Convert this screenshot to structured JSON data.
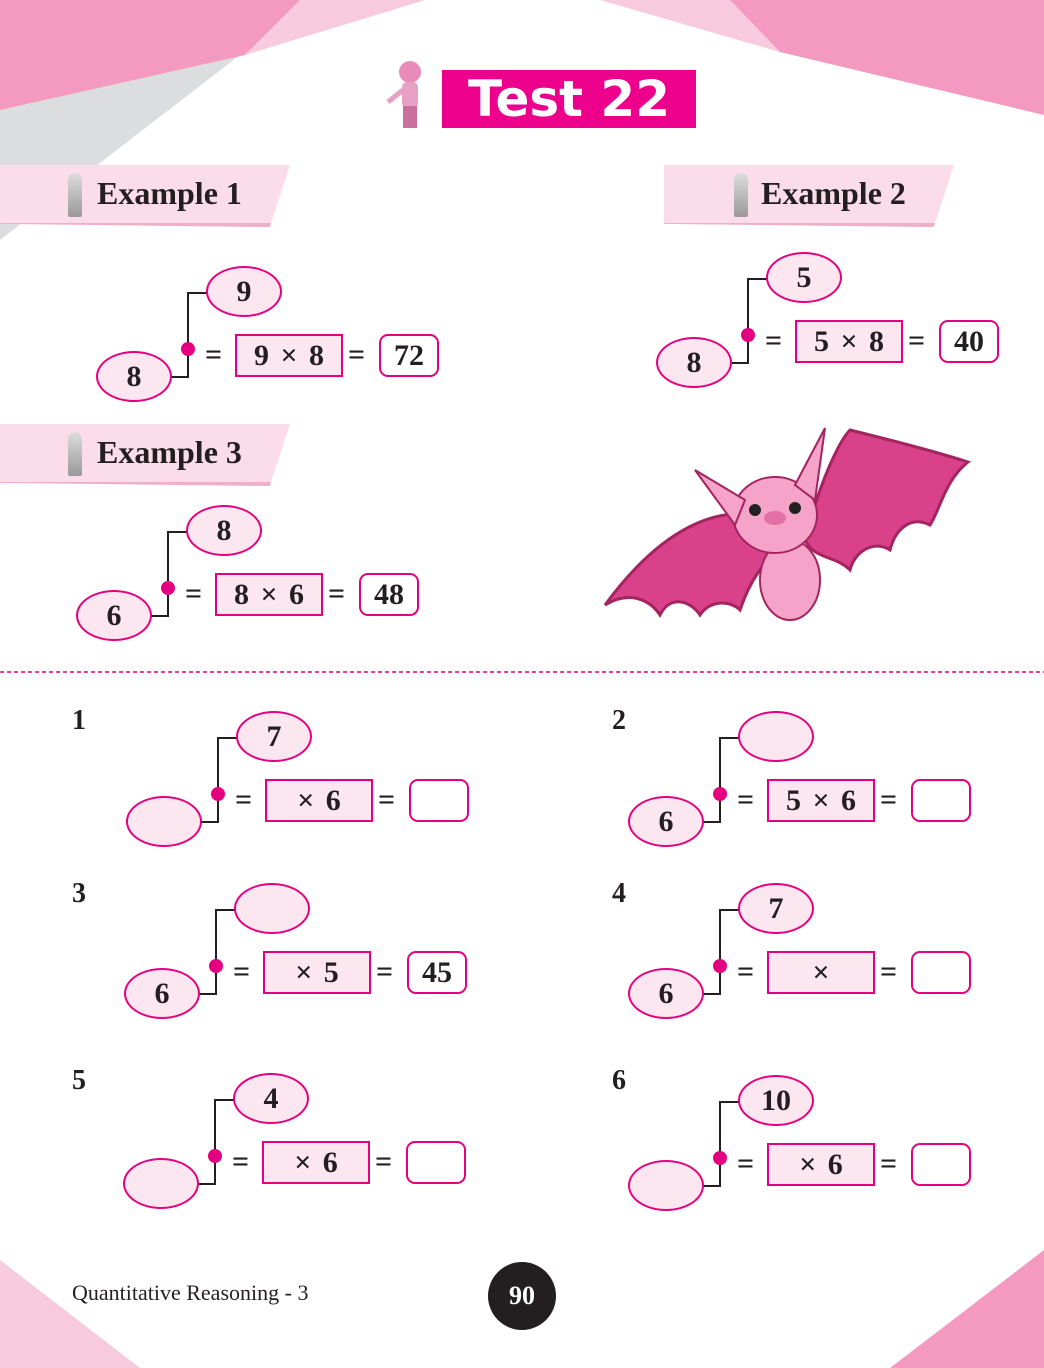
{
  "title": "Test 22",
  "examples": [
    {
      "label": "Example 1",
      "top": "9",
      "bottom": "8",
      "box": "9 × 8",
      "result": "72"
    },
    {
      "label": "Example 2",
      "top": "5",
      "bottom": "8",
      "box": "5 × 8",
      "result": "40"
    },
    {
      "label": "Example 3",
      "top": "8",
      "bottom": "6",
      "box": "8 × 6",
      "result": "48"
    }
  ],
  "questions": [
    {
      "number": "1",
      "top": "7",
      "bottom": "",
      "box": "× 6",
      "result": ""
    },
    {
      "number": "2",
      "top": "",
      "bottom": "6",
      "box": "5 × 6",
      "result": ""
    },
    {
      "number": "3",
      "top": "",
      "bottom": "6",
      "box": "× 5",
      "result": "45"
    },
    {
      "number": "4",
      "top": "7",
      "bottom": "6",
      "box": "×",
      "result": ""
    },
    {
      "number": "5",
      "top": "4",
      "bottom": "",
      "box": "× 6",
      "result": ""
    },
    {
      "number": "6",
      "top": "10",
      "bottom": "",
      "box": "× 6",
      "result": ""
    }
  ],
  "footer": {
    "book": "Quantitative Reasoning - 3",
    "page": "90"
  },
  "colors": {
    "accent": "#e4007f",
    "light": "#fce6f0",
    "corner": "#f49ac1"
  }
}
